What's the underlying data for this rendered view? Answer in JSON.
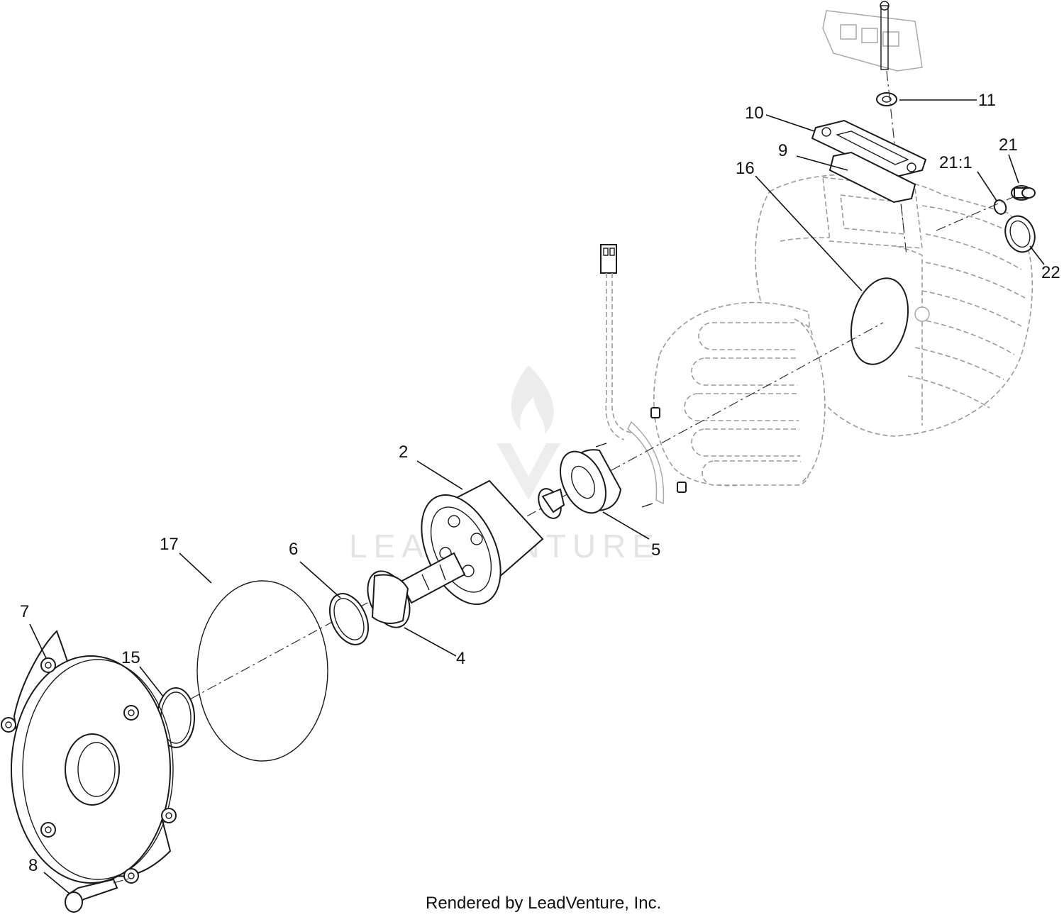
{
  "diagram": {
    "footer": "Rendered by LeadVenture, Inc.",
    "watermark": "LEADVENTURE",
    "callouts": {
      "c2": "2",
      "c4": "4",
      "c5": "5",
      "c6": "6",
      "c7": "7",
      "c8": "8",
      "c9": "9",
      "c10": "10",
      "c11": "11",
      "c15": "15",
      "c16": "16",
      "c17": "17",
      "c21": "21",
      "c21_1": "21:1",
      "c22": "22"
    }
  }
}
